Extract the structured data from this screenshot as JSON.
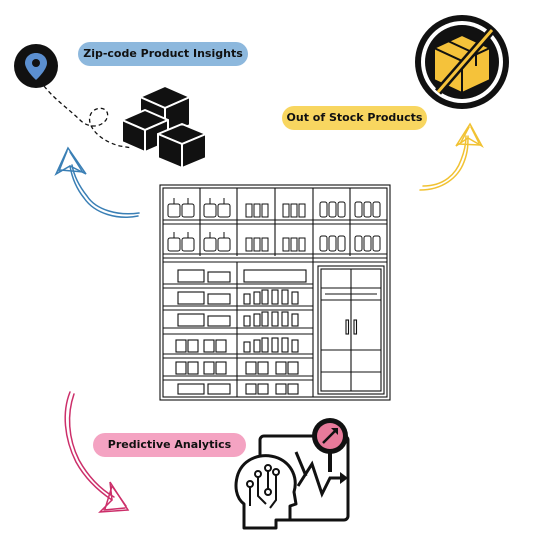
{
  "labels": {
    "zip_insights": "Zip-code Product Insights",
    "out_of_stock": "Out of Stock Products",
    "predictive": "Predictive Analytics"
  },
  "colors": {
    "zip_pill": "#8db8dd",
    "oos_pill": "#f8d660",
    "pred_pill": "#f4a3c2",
    "blue_arrow": "#3a7fb5",
    "yellow_arrow": "#f1c232",
    "pink_arrow": "#cc2f6a",
    "oos_badge": "#f5c23a",
    "magnifier": "#e87a9a"
  },
  "icons": [
    "location-pin-icon",
    "boxes-icon",
    "out-of-stock-box-icon",
    "store-shelves-icon",
    "ai-analytics-icon"
  ]
}
